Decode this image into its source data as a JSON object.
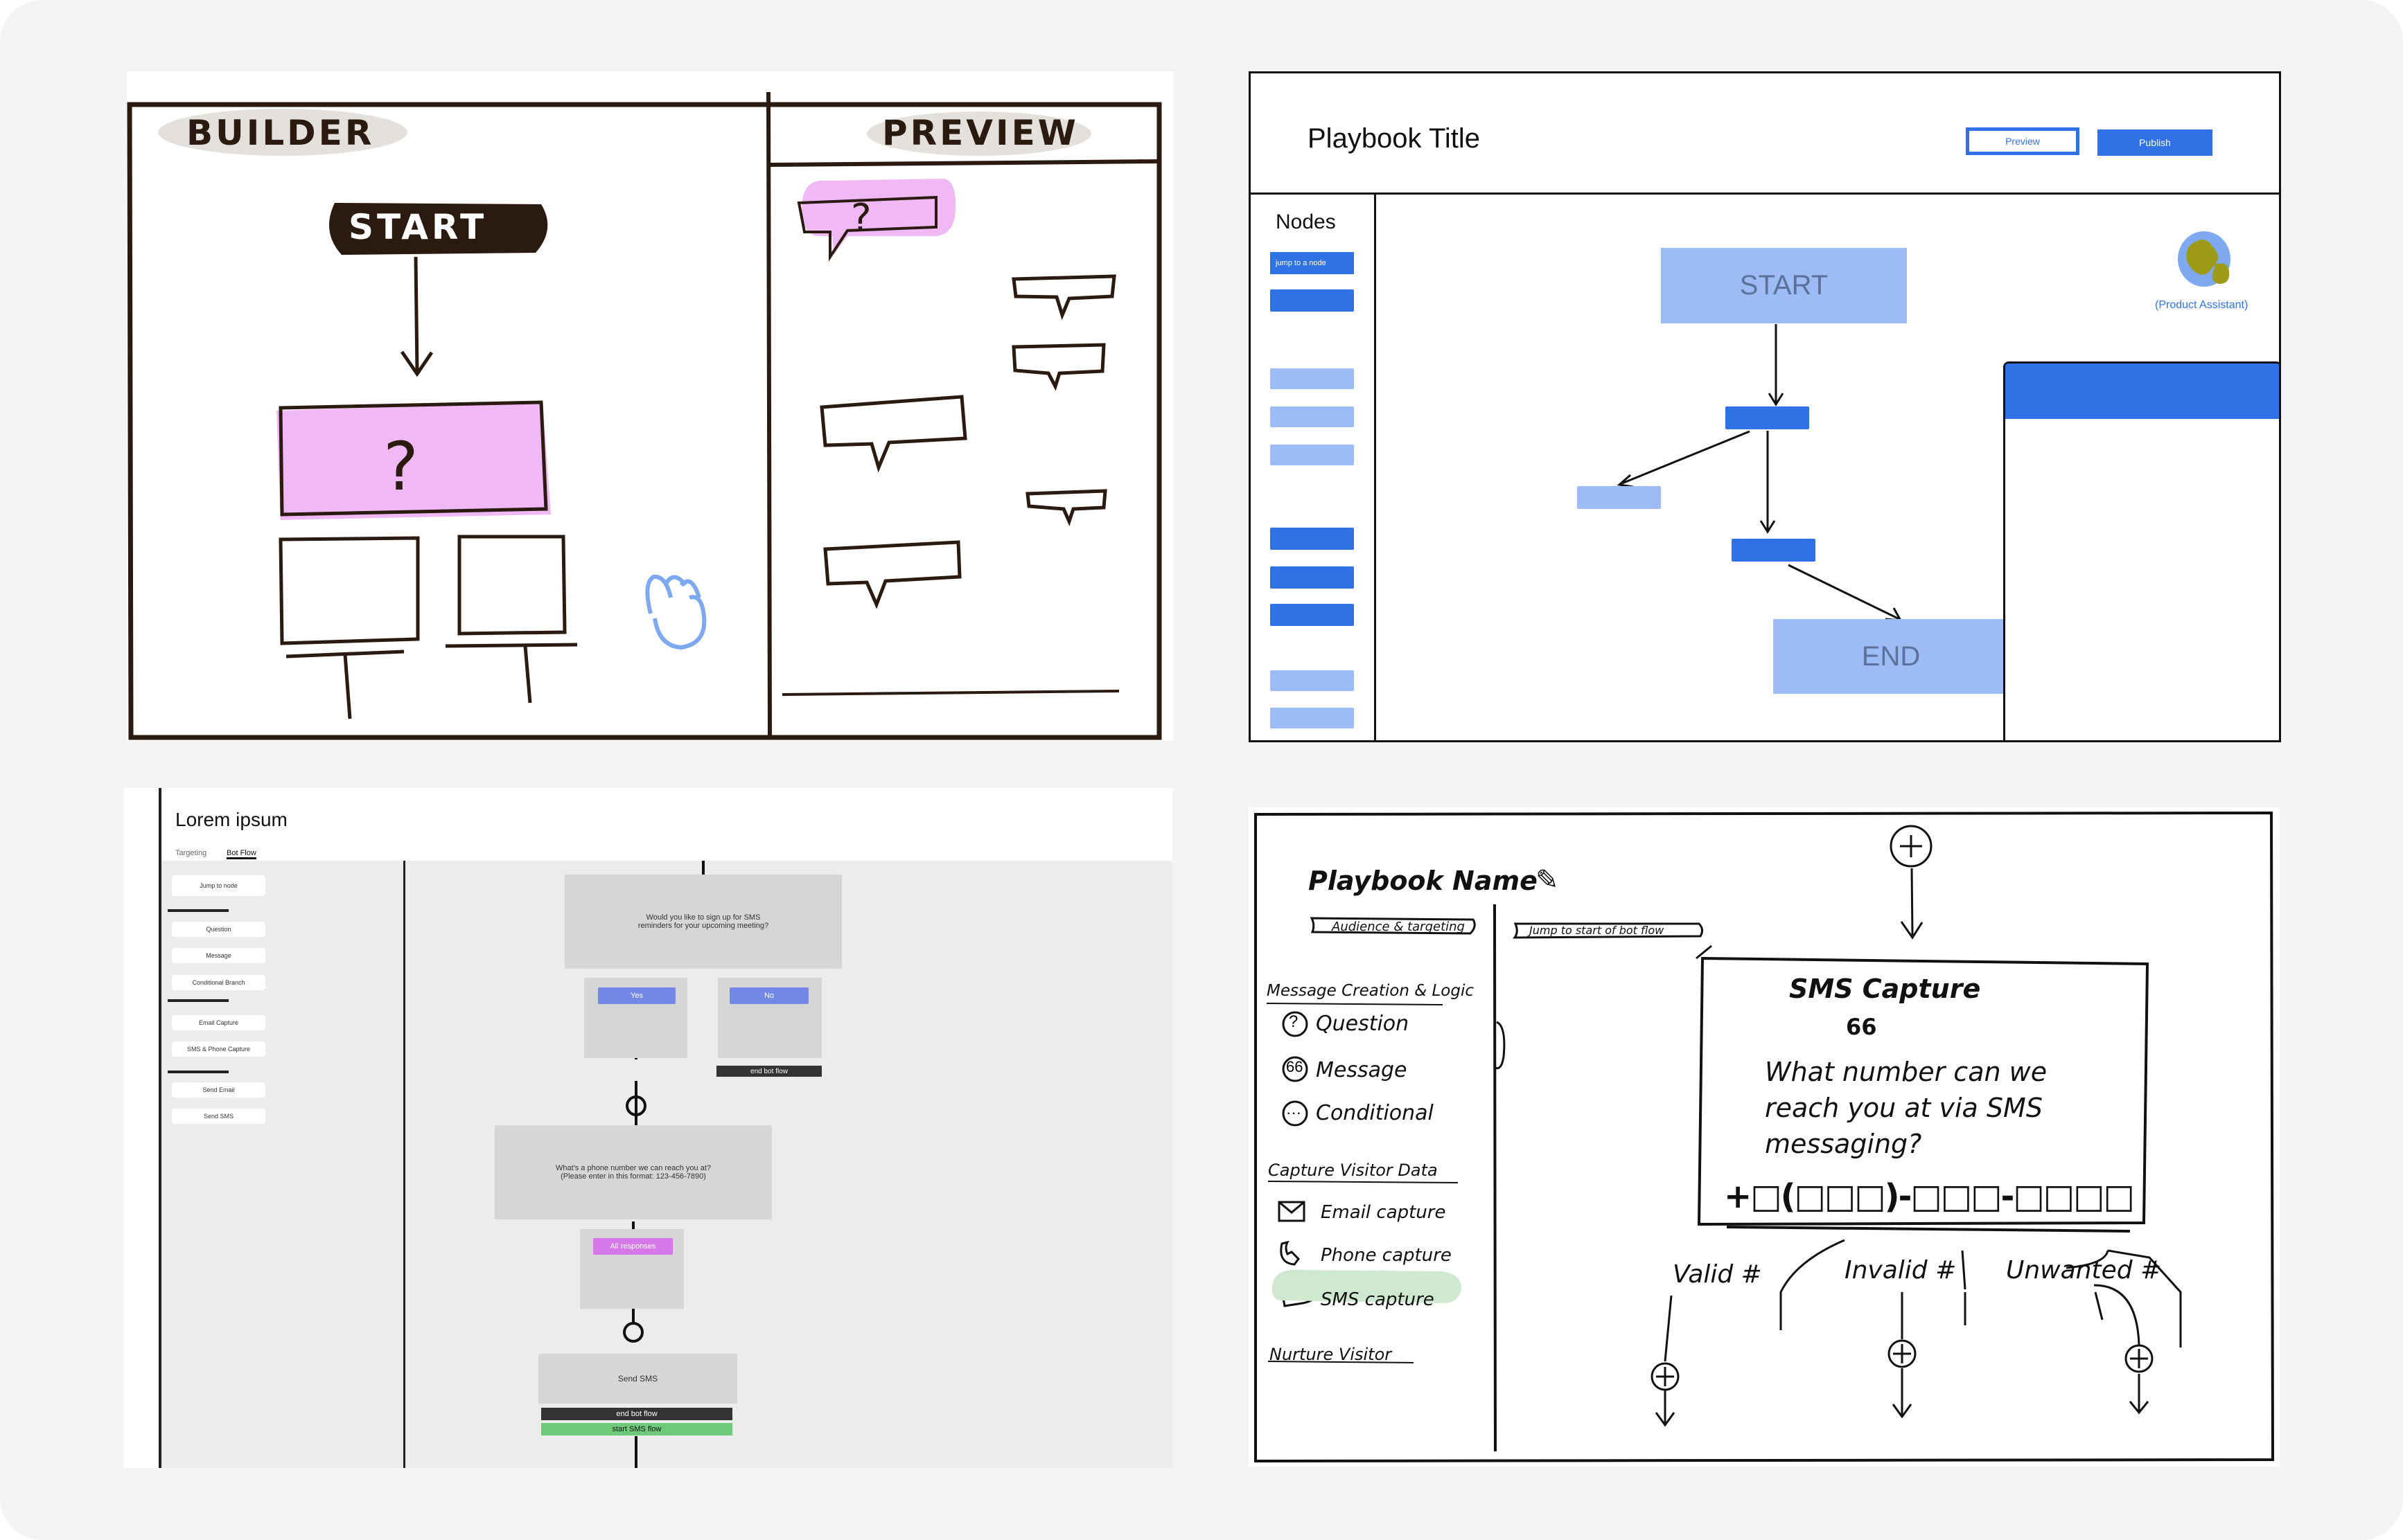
{
  "sketch_builder": {
    "builder_title": "BUILDER",
    "preview_title": "PREVIEW",
    "start_label": "START",
    "question_mark": "?",
    "bubble_mark": "?"
  },
  "wireframe": {
    "playbook_title": "Playbook Title",
    "preview_button": "Preview",
    "publish_button": "Publish",
    "nodes_heading": "Nodes",
    "jump_to_node": "jump to a node",
    "start_node": "START",
    "end_node": "END",
    "assistant_label": "(Product Assistant)",
    "colors": {
      "primary": "#2f72e6",
      "light": "#9dbcf5"
    }
  },
  "bot_flow": {
    "title": "Lorem ipsum",
    "tabs": [
      "Targeting",
      "Bot Flow"
    ],
    "sidebar_items": [
      "Jump to node",
      "Question",
      "Message",
      "Conditional Branch",
      "Email Capture",
      "SMS & Phone Capture",
      "Send Email",
      "Send SMS"
    ],
    "sms_question": "Would you like to sign up for SMS reminders for your upcoming meeting?",
    "yes_button": "Yes",
    "no_button": "No",
    "end_bot_flow": "end bot flow",
    "phone_question_line1": "What's a phone number we can reach you at?",
    "phone_question_line2": "(Please enter in this format: 123-456-7890)",
    "all_responses": "All responses",
    "send_sms": "Send SMS",
    "end_bot_flow_2": "end bot flow",
    "start_sms_flow": "start SMS flow"
  },
  "sketch_playbook": {
    "playbook_name": "Playbook Name",
    "audience_chip": "Audience & targeting",
    "jump_chip": "Jump to start of bot flow",
    "section_message": "Message Creation & Logic",
    "item_question": "Question",
    "item_message": "Message",
    "item_conditional": "Conditional",
    "section_capture": "Capture Visitor Data",
    "item_email": "Email capture",
    "item_phone": "Phone capture",
    "item_sms": "SMS capture",
    "section_nurture": "Nurture Visitor",
    "card_title": "SMS Capture",
    "card_quote": "66",
    "card_line1": "What number can we",
    "card_line2": "reach you at via SMS",
    "card_line3": "messaging?",
    "phone_format": "+□(□□□)-□□□-□□□□",
    "branch_valid": "Valid #",
    "branch_invalid": "Invalid #",
    "branch_unwanted": "Unwanted #"
  }
}
